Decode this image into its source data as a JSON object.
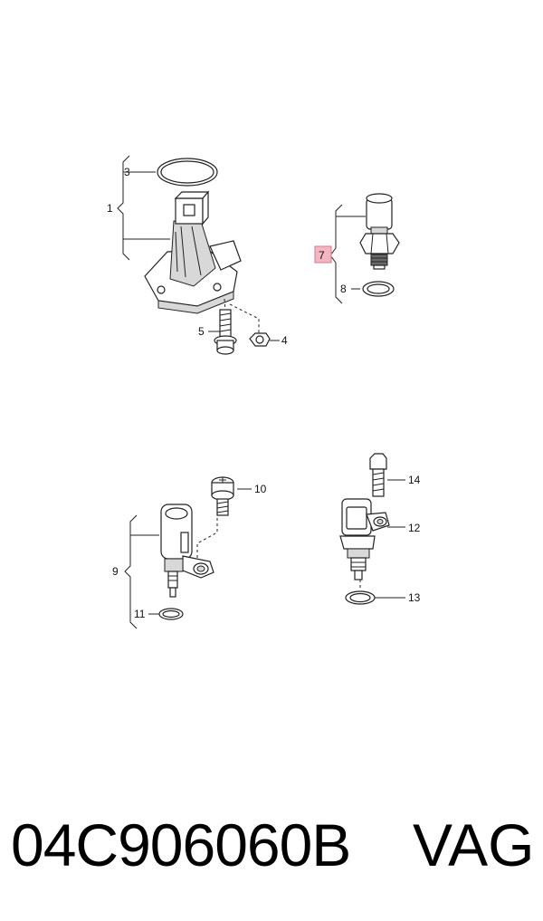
{
  "callouts": {
    "c1": "1",
    "c2": "3",
    "c3": "5",
    "c4": "4",
    "c5": "7",
    "c6": "8",
    "c7": "10",
    "c8": "9",
    "c9": "11",
    "c10": "14",
    "c11": "12",
    "c12": "13"
  },
  "highlight_color": "#f3b7c3",
  "footer": {
    "part_number": "04C906060B",
    "brand": "VAG"
  }
}
